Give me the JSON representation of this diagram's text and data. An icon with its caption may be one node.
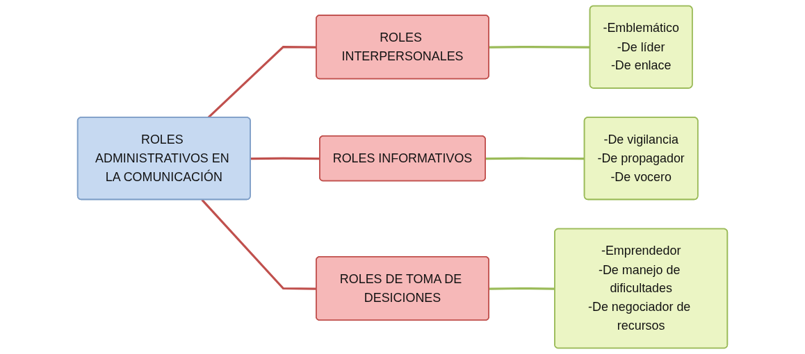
{
  "diagram": {
    "nodes": [
      {
        "text": [
          "ROLES ADMINISTRATIVOS EN LA COMUNICACIÓN"
        ]
      },
      {
        "text": [
          "ROLES INTERPERSONALES"
        ]
      },
      {
        "text": [
          "ROLES INFORMATIVOS"
        ]
      },
      {
        "text": [
          "ROLES DE TOMA DE DESICIONES"
        ]
      },
      {
        "text": [
          "-Emblemático",
          "-De líder",
          "-De enlace"
        ]
      },
      {
        "text": [
          "-De vigilancia",
          "-De propagador",
          "-De vocero"
        ]
      },
      {
        "text": [
          "-Emprendedor",
          "-De manejo de dificultades",
          "-De negociador de recursos"
        ]
      }
    ],
    "edges": [
      {
        "from": 0,
        "to": 1,
        "arrow": "none",
        "color": "#c0504d"
      },
      {
        "from": 0,
        "to": 2,
        "arrow": "none",
        "color": "#c0504d"
      },
      {
        "from": 0,
        "to": 3,
        "arrow": "none",
        "color": "#c0504d"
      },
      {
        "from": 1,
        "to": 4,
        "arrow": "none",
        "color": "#9bbb59"
      },
      {
        "from": 2,
        "to": 5,
        "arrow": "none",
        "color": "#9bbb59"
      },
      {
        "from": 3,
        "to": 6,
        "arrow": "none",
        "color": "#9bbb59"
      }
    ]
  }
}
